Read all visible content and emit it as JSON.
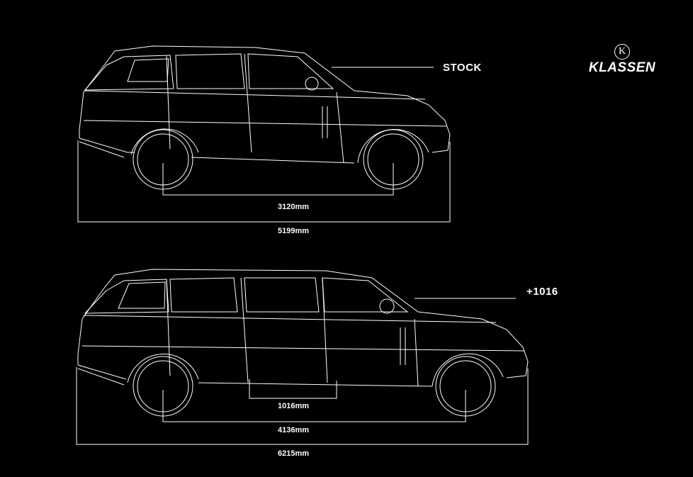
{
  "brand": {
    "logo_letter": "K",
    "name": "KLASSEN"
  },
  "stock": {
    "label": "STOCK",
    "wheelbase": "3120mm",
    "overall_length": "5199mm"
  },
  "extended": {
    "label": "+1016",
    "extension": "1016mm",
    "wheelbase": "4136mm",
    "overall_length": "6215mm"
  },
  "colors": {
    "background": "#000000",
    "line": "#ffffff"
  }
}
